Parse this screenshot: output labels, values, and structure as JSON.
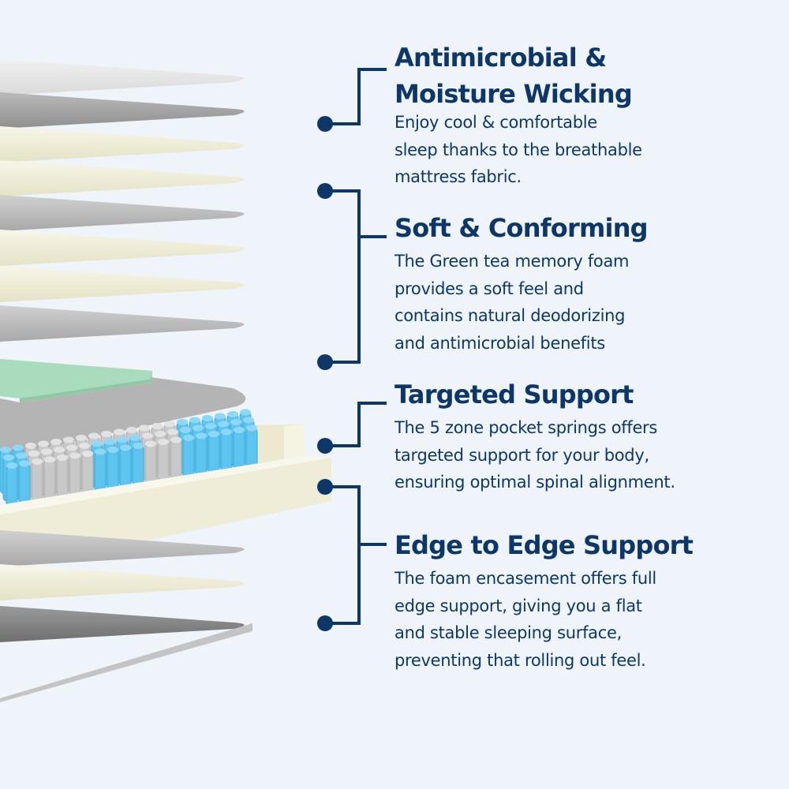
{
  "features": [
    {
      "title_lines": [
        "Antimicrobial &",
        "Moisture Wicking"
      ],
      "body_lines": [
        "Enjoy cool & comfortable",
        "sleep thanks to the breathable",
        "mattress fabric."
      ]
    },
    {
      "title_lines": [
        "Soft & Conforming"
      ],
      "body_lines": [
        "The Green tea memory foam",
        "provides a soft feel and",
        "contains natural deodorizing",
        "and antimicrobial benefits"
      ]
    },
    {
      "title_lines": [
        "Targeted Support"
      ],
      "body_lines": [
        "The 5 zone pocket springs offers",
        "targeted support for your body,",
        "ensuring optimal spinal alignment."
      ]
    },
    {
      "title_lines": [
        "Edge to Edge Support"
      ],
      "body_lines": [
        "The foam encasement offers full",
        "edge support, giving you a flat",
        "and stable sleeping surface,",
        "preventing that rolling out feel."
      ]
    }
  ],
  "colors": {
    "navy": "#0d3769",
    "background": "#eef4f9",
    "cream": "#f1efdc",
    "gray": "#a9a9a9",
    "green": "#a9dcbc",
    "spring_blue": "#5cc4ef",
    "spring_gray": "#c8c8c8"
  }
}
